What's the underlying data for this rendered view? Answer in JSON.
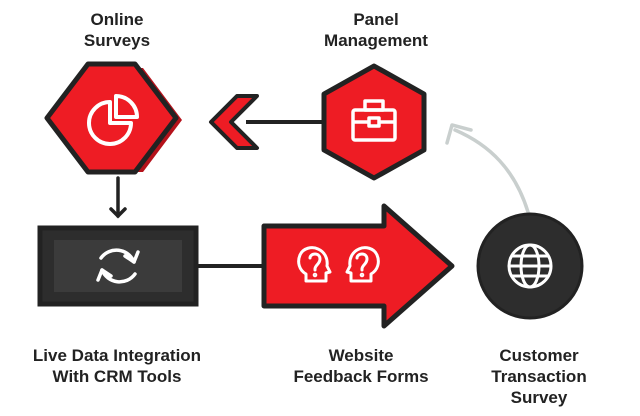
{
  "nodes": {
    "online_surveys": {
      "label": "Online\nSurveys",
      "icon": "pie-chart-icon"
    },
    "panel_management": {
      "label": "Panel\nManagement",
      "icon": "toolbox-icon"
    },
    "live_data": {
      "label": "Live Data Integration\nWith CRM Tools",
      "icon": "sync-icon"
    },
    "feedback_forms": {
      "label": "Website\nFeedback Forms",
      "icon": "heads-question-icon"
    },
    "customer_survey": {
      "label": "Customer\nTransaction\nSurvey",
      "icon": "globe-icon"
    }
  },
  "colors": {
    "accent_red": "#ee1c24",
    "dark_red": "#b5121b",
    "outline": "#222222",
    "charcoal": "#2d2d2d",
    "connector_gray": "#c9cfce"
  }
}
